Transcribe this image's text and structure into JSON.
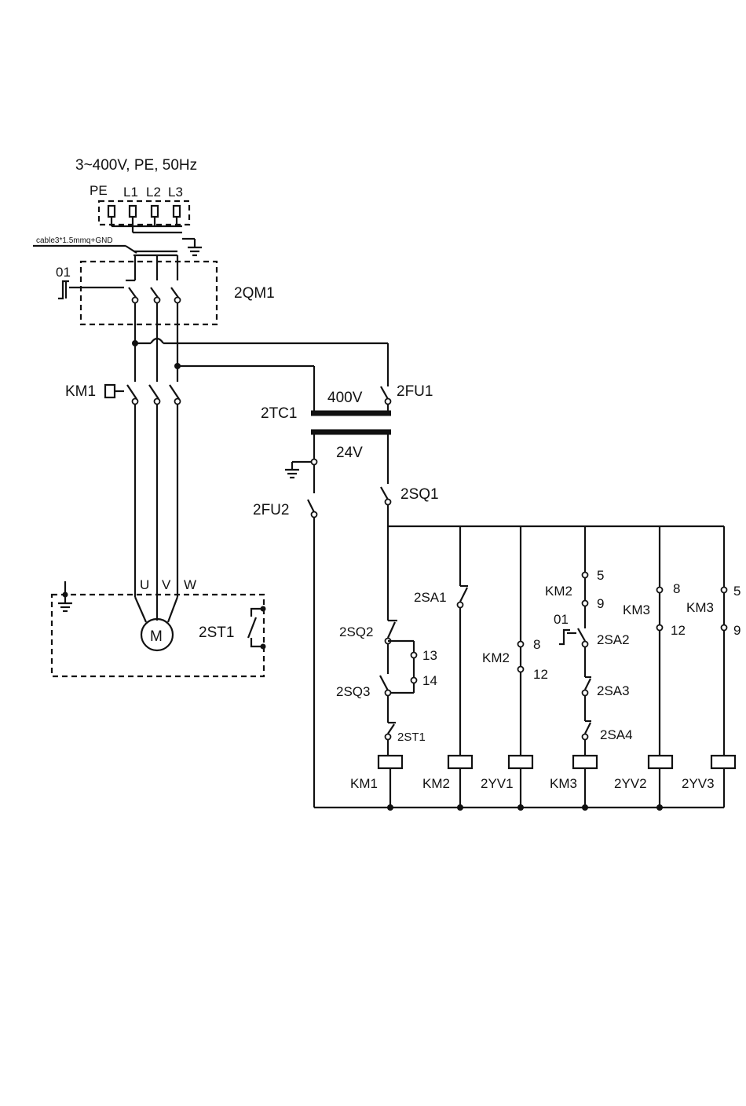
{
  "supply": {
    "title": "3~400V, PE, 50Hz",
    "terminals": [
      "PE",
      "L1",
      "L2",
      "L3"
    ],
    "cable": "cable3*1.5mmq+GND"
  },
  "power": {
    "breaker_code": "01",
    "breaker": "2QM1",
    "contactor": "KM1",
    "motor_terminals": [
      "U",
      "V",
      "W"
    ],
    "motor": "M",
    "thermal": "2ST1"
  },
  "transformer": {
    "label": "2TC1",
    "primary": "400V",
    "secondary": "24V",
    "fuse_primary": "2FU1",
    "fuse_secondary": "2FU2",
    "limit": "2SQ1"
  },
  "branch1": {
    "sq2": "2SQ2",
    "t13": "13",
    "t14": "14",
    "sq3": "2SQ3",
    "st1": "2ST1",
    "coil": "KM1"
  },
  "branch2": {
    "sa1": "2SA1",
    "coil": "KM2"
  },
  "branch3": {
    "contact": "KM2",
    "t8": "8",
    "t12": "12",
    "coil": "2YV1"
  },
  "branch4": {
    "contact": "KM2",
    "t5": "5",
    "t9": "9",
    "code": "01",
    "sa2": "2SA2",
    "sa3": "2SA3",
    "sa4": "2SA4",
    "coil": "KM3"
  },
  "branch5": {
    "contact": "KM3",
    "t8": "8",
    "t12": "12",
    "coil": "2YV2"
  },
  "branch6": {
    "contact": "KM3",
    "t5": "5",
    "t9": "9",
    "coil": "2YV3"
  }
}
